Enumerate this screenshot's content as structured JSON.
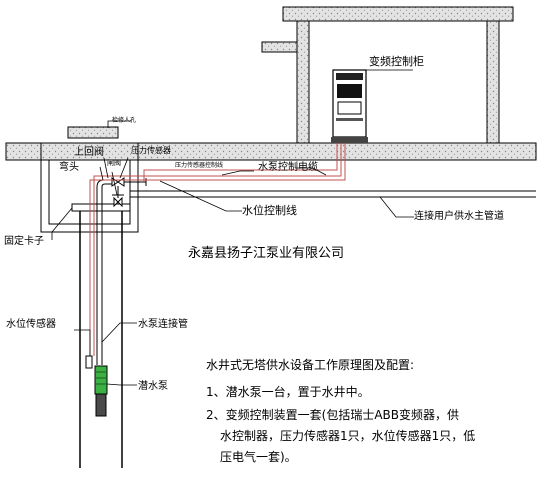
{
  "labels": {
    "control_cabinet": "变频控制柜",
    "cabinet_brand": "",
    "cabinet_panel": "",
    "inspection_hole": "检修人孔",
    "upper_check_valve": "上回阀",
    "pressure_sensor": "压力传感器",
    "elbow": "弯头",
    "gate_valve": "闸阀",
    "pressure_sensor_cable": "压力传感器控制线",
    "pump_control_cable": "水泵控制电缆",
    "water_level_control_line": "水位控制线",
    "main_pipe": "连接用户供水主管道",
    "fixing_clamp": "固定卡子",
    "water_level_sensor": "水位传感器",
    "pump_connection_pipe": "水泵连接管",
    "submersible_pump": "潜水泵"
  },
  "company": "永嘉县扬子江泵业有限公司",
  "description": {
    "title": "水井式无塔供水设备工作原理图及配置:",
    "items": [
      "1、潜水泵一台，置于水井中。",
      "2、变频控制装置一套(包括瑞士ABB变频器，供",
      "水控制器，压力传感器1只，水位传感器1只，低",
      "压电气一套)。"
    ]
  },
  "colors": {
    "line": "#000000",
    "cable": "#c0504d",
    "ground": "#dcdcdc",
    "pump": "#3cb043"
  }
}
